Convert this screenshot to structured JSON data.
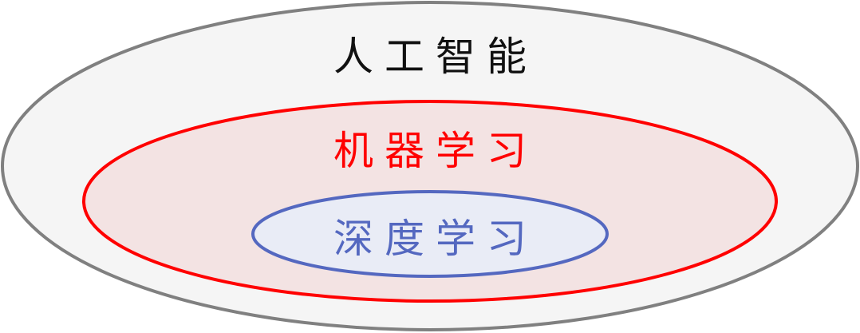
{
  "diagram": {
    "outer": {
      "label": "人工智能",
      "fill": "#f5f5f5",
      "stroke": "#808080",
      "text_color": "#111111"
    },
    "middle": {
      "label": "机器学习",
      "fill": "#f3e3e3",
      "stroke": "#ff0000",
      "text_color": "#ff0000"
    },
    "inner": {
      "label": "深度学习",
      "fill": "#e9ecf6",
      "stroke": "#5468c0",
      "text_color": "#5468c0"
    }
  }
}
